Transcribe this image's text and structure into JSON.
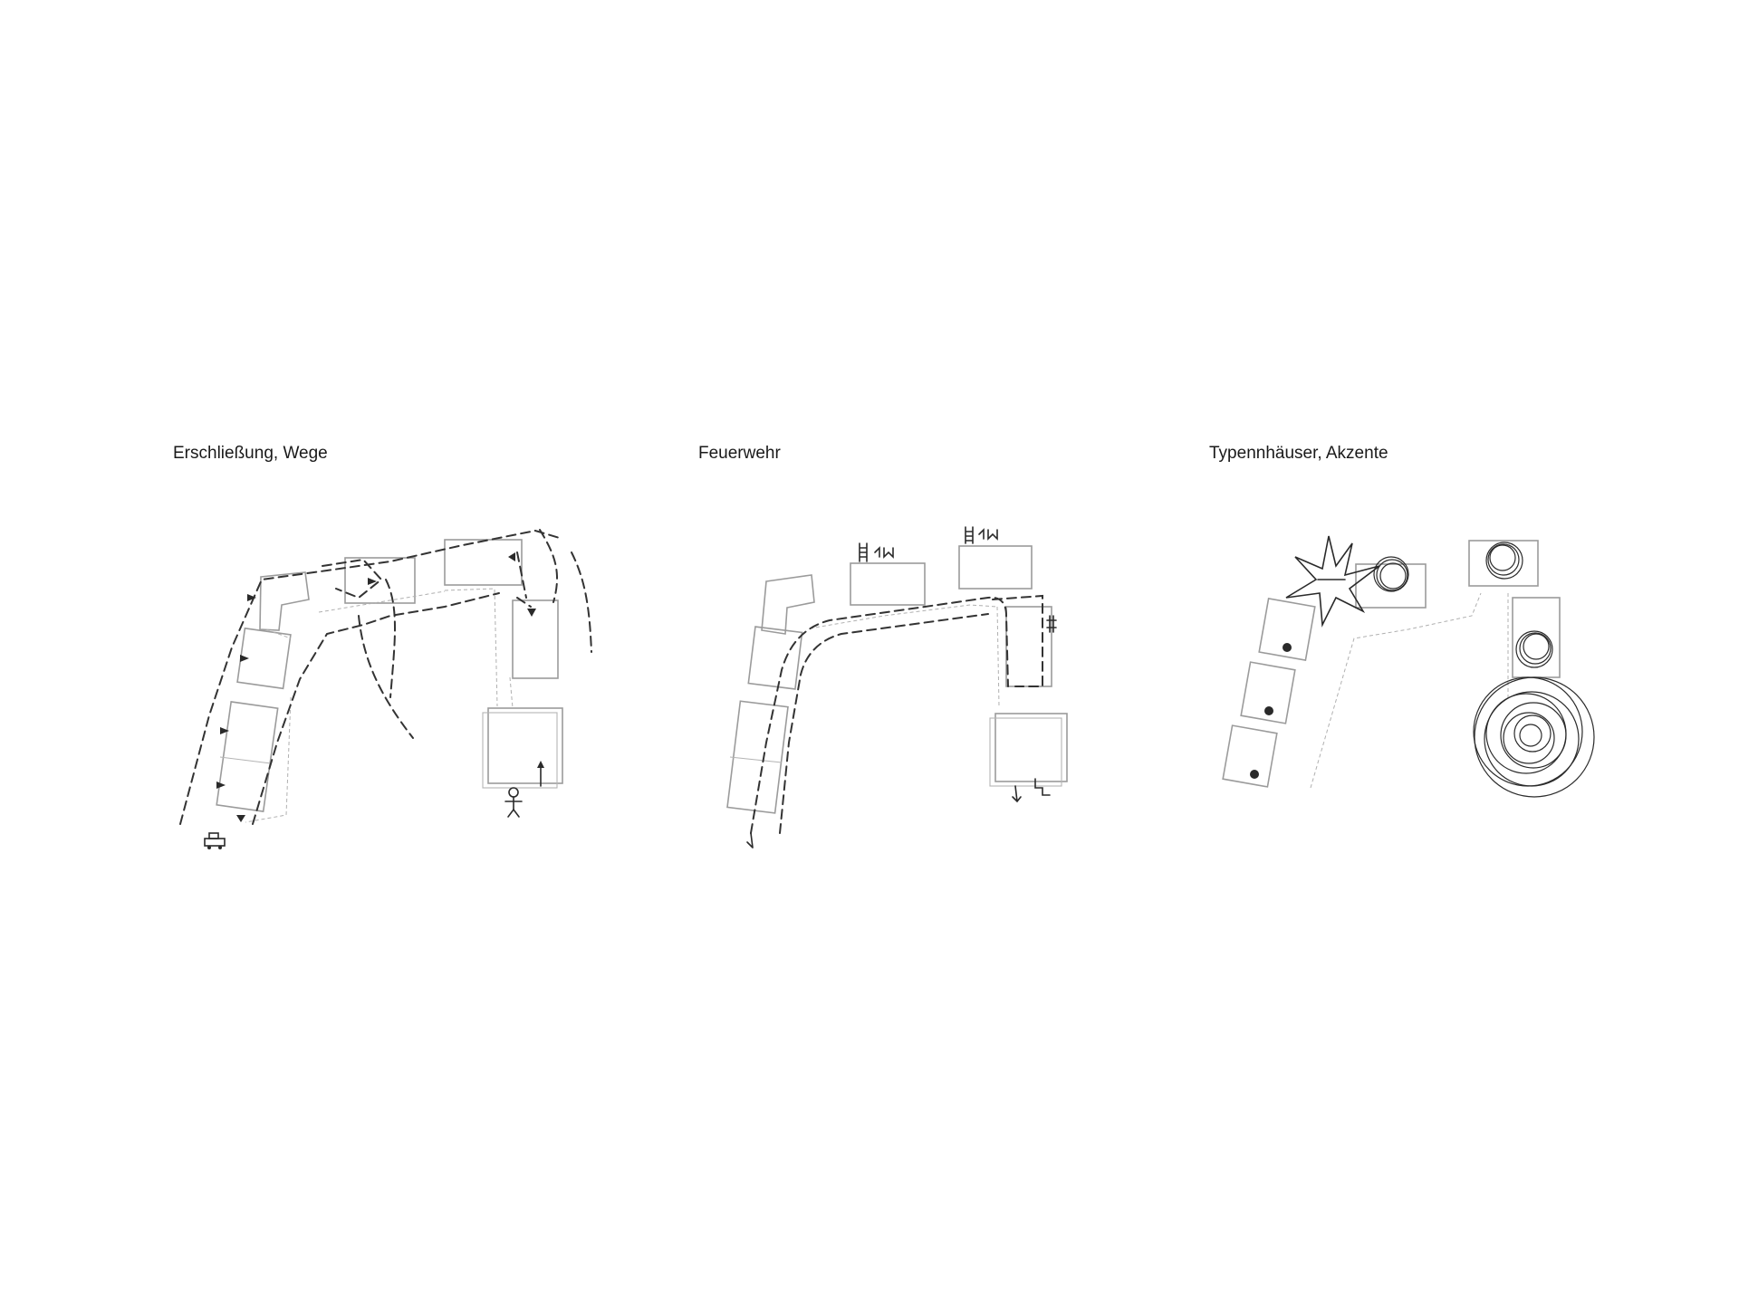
{
  "panels": [
    {
      "title": "Erschließung, Wege"
    },
    {
      "title": "Feuerwehr"
    },
    {
      "title": "Typennhäuser, Akzente"
    }
  ],
  "colors": {
    "ink": "#2a2a2a",
    "building_outline": "#9b9b9b",
    "background": "#ffffff"
  }
}
